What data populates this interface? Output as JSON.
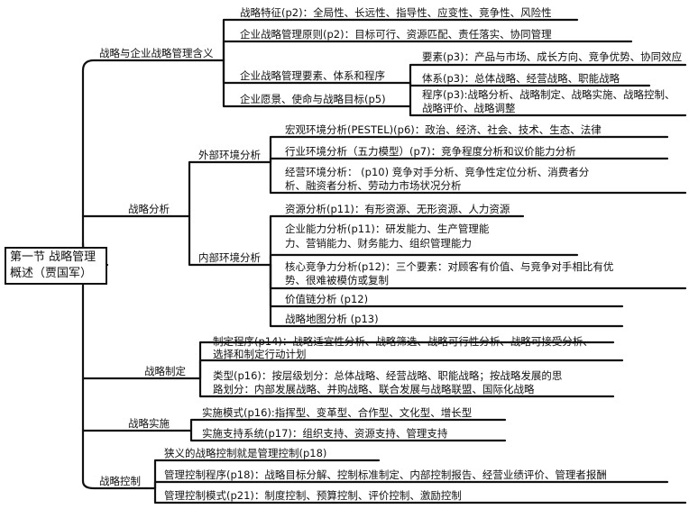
{
  "root": {
    "line1": "第一节 战略管理",
    "line2": "概述（贾国军）"
  },
  "branches": {
    "b1": {
      "label": "战略与企业战略管理含义",
      "c1": "战略特征(p2)：全局性、长远性、指导性、应变性、竞争性、风险性",
      "c2": "企业战略管理原则(p2)：目标可行、资源匹配、责任落实、协同管理",
      "c3": {
        "label": "企业战略管理要素、体系和程序",
        "s1": "要素(p3)：产品与市场、成长方向、竞争优势、协同效应",
        "s2": "体系(p3)：总体战略、经营战略、职能战略",
        "s3_l1": "程序(p3):战略分析、战略制定、战略实施、战略控制、",
        "s3_l2": "战略评价、战略调整"
      },
      "c4": "企业愿景、使命与战略目标(p5)"
    },
    "b2": {
      "label": "战略分析",
      "ext": {
        "label": "外部环境分析",
        "i1": "宏观环境分析(PESTEL)(p6)：政治、经济、社会、技术、生态、法律",
        "i2": "行业环境分析（五力模型）(p7)：竞争程度分析和议价能力分析",
        "i3_l1": "经营环境分析：  (p10) 竞争对手分析、竞争性定位分析、消费者分",
        "i3_l2": "析、融资者分析、劳动力市场状况分析"
      },
      "int": {
        "label": "内部环境分析",
        "i1": "资源分析(p11)：有形资源、无形资源、人力资源",
        "i2_l1": "企业能力分析(p11)：研发能力、生产管理能",
        "i2_l2": "力、营销能力、财务能力、组织管理能力",
        "i3_l1": "核心竞争力分析(p12)：三个要素：对顾客有价值、与竞争对手相比有优",
        "i3_l2": "势、很难被模仿或复制",
        "i4": "价值链分析 (p12)",
        "i5": "战略地图分析 (p13)"
      }
    },
    "b3": {
      "label": "战略制定",
      "c1_l1": "制定程序(p14)：战略适宜性分析、战略筛选、战略可行性分析、战略可接受分析、",
      "c1_l2": "选择和制定行动计划",
      "c2_l1": "类型(p16)：按层级划分：总体战略、经营战略、职能战略；按战略发展的思",
      "c2_l2": "路划分：内部发展战略、并购战略、联合发展与战略联盟、国际化战略"
    },
    "b4": {
      "label": "战略实施",
      "c1": "实施模式(p16):指挥型、变革型、合作型、文化型、增长型",
      "c2": "实施支持系统(p17)：组织支持、资源支持、管理支持"
    },
    "b5": {
      "label": "战略控制",
      "c1": "狭义的战略控制就是管理控制(p18)",
      "c2": "管理控制程序(p18)：战略目标分解、控制标准制定、内部控制报告、经营业绩评价、管理者报酬",
      "c3": "管理控制模式(p21)：制度控制、预算控制、评价控制、激励控制"
    }
  },
  "colors": {
    "line": "#111111",
    "text": "#111111",
    "background": "#ffffff"
  }
}
